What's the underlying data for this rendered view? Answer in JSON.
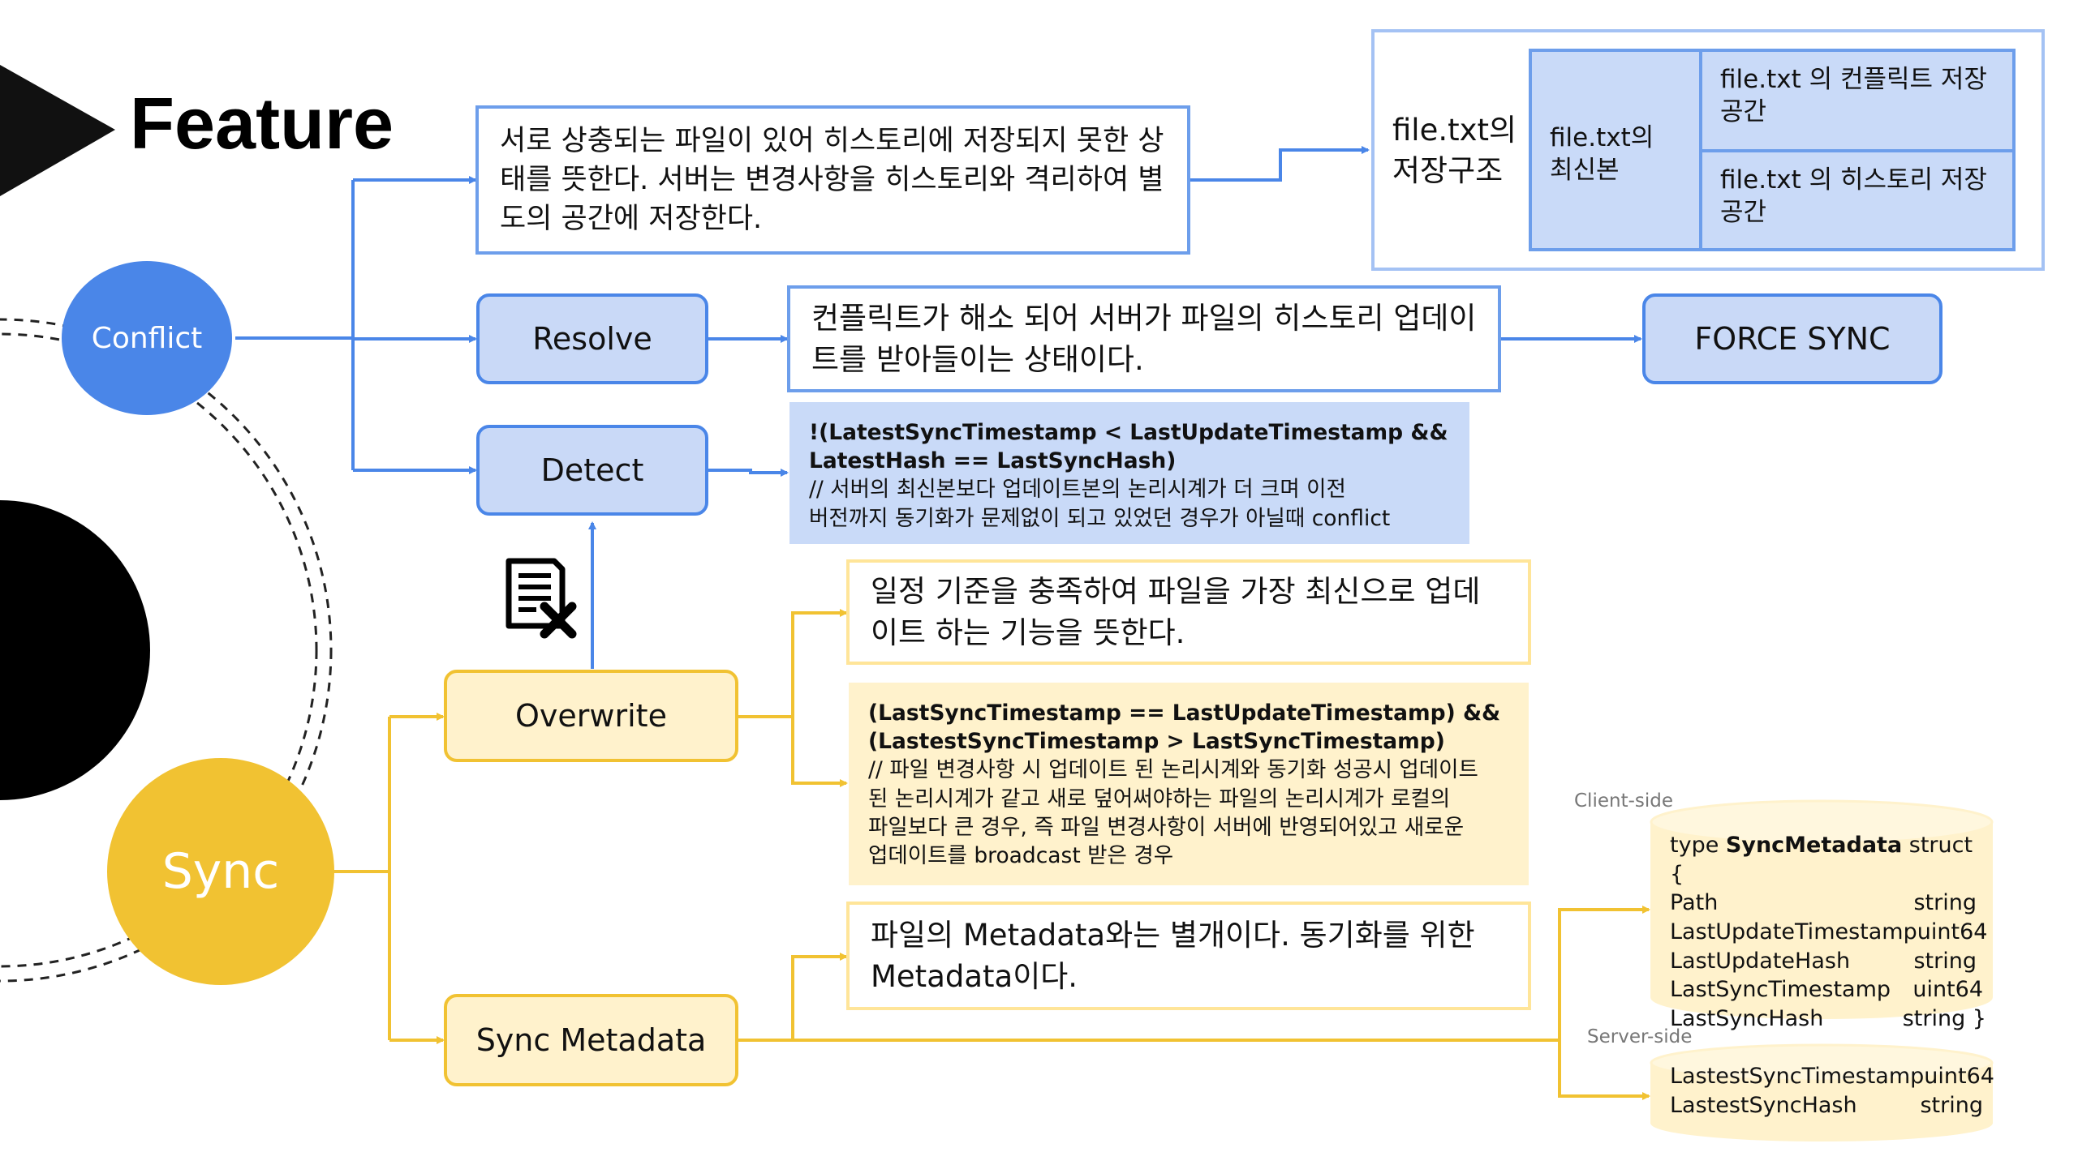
{
  "title": "Feature",
  "nodes": {
    "conflict": "Conflict",
    "sync": "Sync",
    "resolve": "Resolve",
    "detect": "Detect",
    "overwrite": "Overwrite",
    "sync_metadata": "Sync Metadata",
    "force_sync": "FORCE SYNC"
  },
  "descriptions": {
    "conflict_desc": "서로 상충되는 파일이 있어 히스토리에 저장되지 못한 상태를 뜻한다. 서버는 변경사항을 히스토리와 격리하여 별도의 공간에 저장한다.",
    "resolve_desc": "컨플릭트가 해소 되어 서버가 파일의 히스토리 업데이트를 받아들이는 상태이다.",
    "overwrite_desc": "일정 기준을 충족하여 파일을 가장 최신으로 업데이트 하는 기능을 뜻한다.",
    "metadata_desc": "파일의 Metadata와는 별개이다. 동기화를 위한 Metadata이다."
  },
  "detect_condition": {
    "line1": "!(LatestSyncTimestamp < LastUpdateTimestamp &&",
    "line2": "LatestHash == LastSyncHash)",
    "comment1": "// 서버의 최신본보다 업데이트본의 논리시계가 더 크며 이전",
    "comment2": "버전까지 동기화가 문제없이 되고 있었던 경우가 아닐때 conflict"
  },
  "overwrite_condition": {
    "line1": "(LastSyncTimestamp == LastUpdateTimestamp) &&",
    "line2": "(LastestSyncTimestamp > LastSyncTimestamp)",
    "comment1": "// 파일 변경사항 시 업데이트 된 논리시계와 동기화 성공시 업데이트",
    "comment2": "된 논리시계가 같고 새로 덮어써야하는 파일의 논리시계가 로컬의",
    "comment3": "파일보다 큰 경우, 즉 파일 변경사항이 서버에 반영되어있고 새로운",
    "comment4": "업데이트를 broadcast 받은 경우"
  },
  "storage": {
    "label": "file.txt의 저장구조",
    "latest": "file.txt의 최신본",
    "conflict_space": "file.txt 의 컨플릭트 저장공간",
    "history_space": "file.txt 의 히스토리 저장공간"
  },
  "client_side": {
    "label": "Client-side",
    "struct_prefix": "type ",
    "struct_name": "SyncMetadata",
    "struct_suffix": " struct {",
    "fields": [
      {
        "name": "Path",
        "type": "string"
      },
      {
        "name": "LastUpdateTimestamp",
        "type": "uint64"
      },
      {
        "name": "LastUpdateHash",
        "type": "string"
      },
      {
        "name": "LastSyncTimestamp",
        "type": "uint64"
      },
      {
        "name": "LastSyncHash",
        "type": "string }"
      }
    ]
  },
  "server_side": {
    "label": "Server-side",
    "fields": [
      {
        "name": "LastestSyncTimestamp",
        "type": "uint64"
      },
      {
        "name": "LastestSyncHash",
        "type": "string"
      }
    ]
  },
  "icons": {
    "doc_x": "document-delete-icon"
  },
  "colors": {
    "blue": "#4a86e8",
    "blue_fill": "#c9d9f7",
    "yellow": "#f1c232",
    "yellow_fill": "#fff2cc",
    "black": "#000000"
  }
}
